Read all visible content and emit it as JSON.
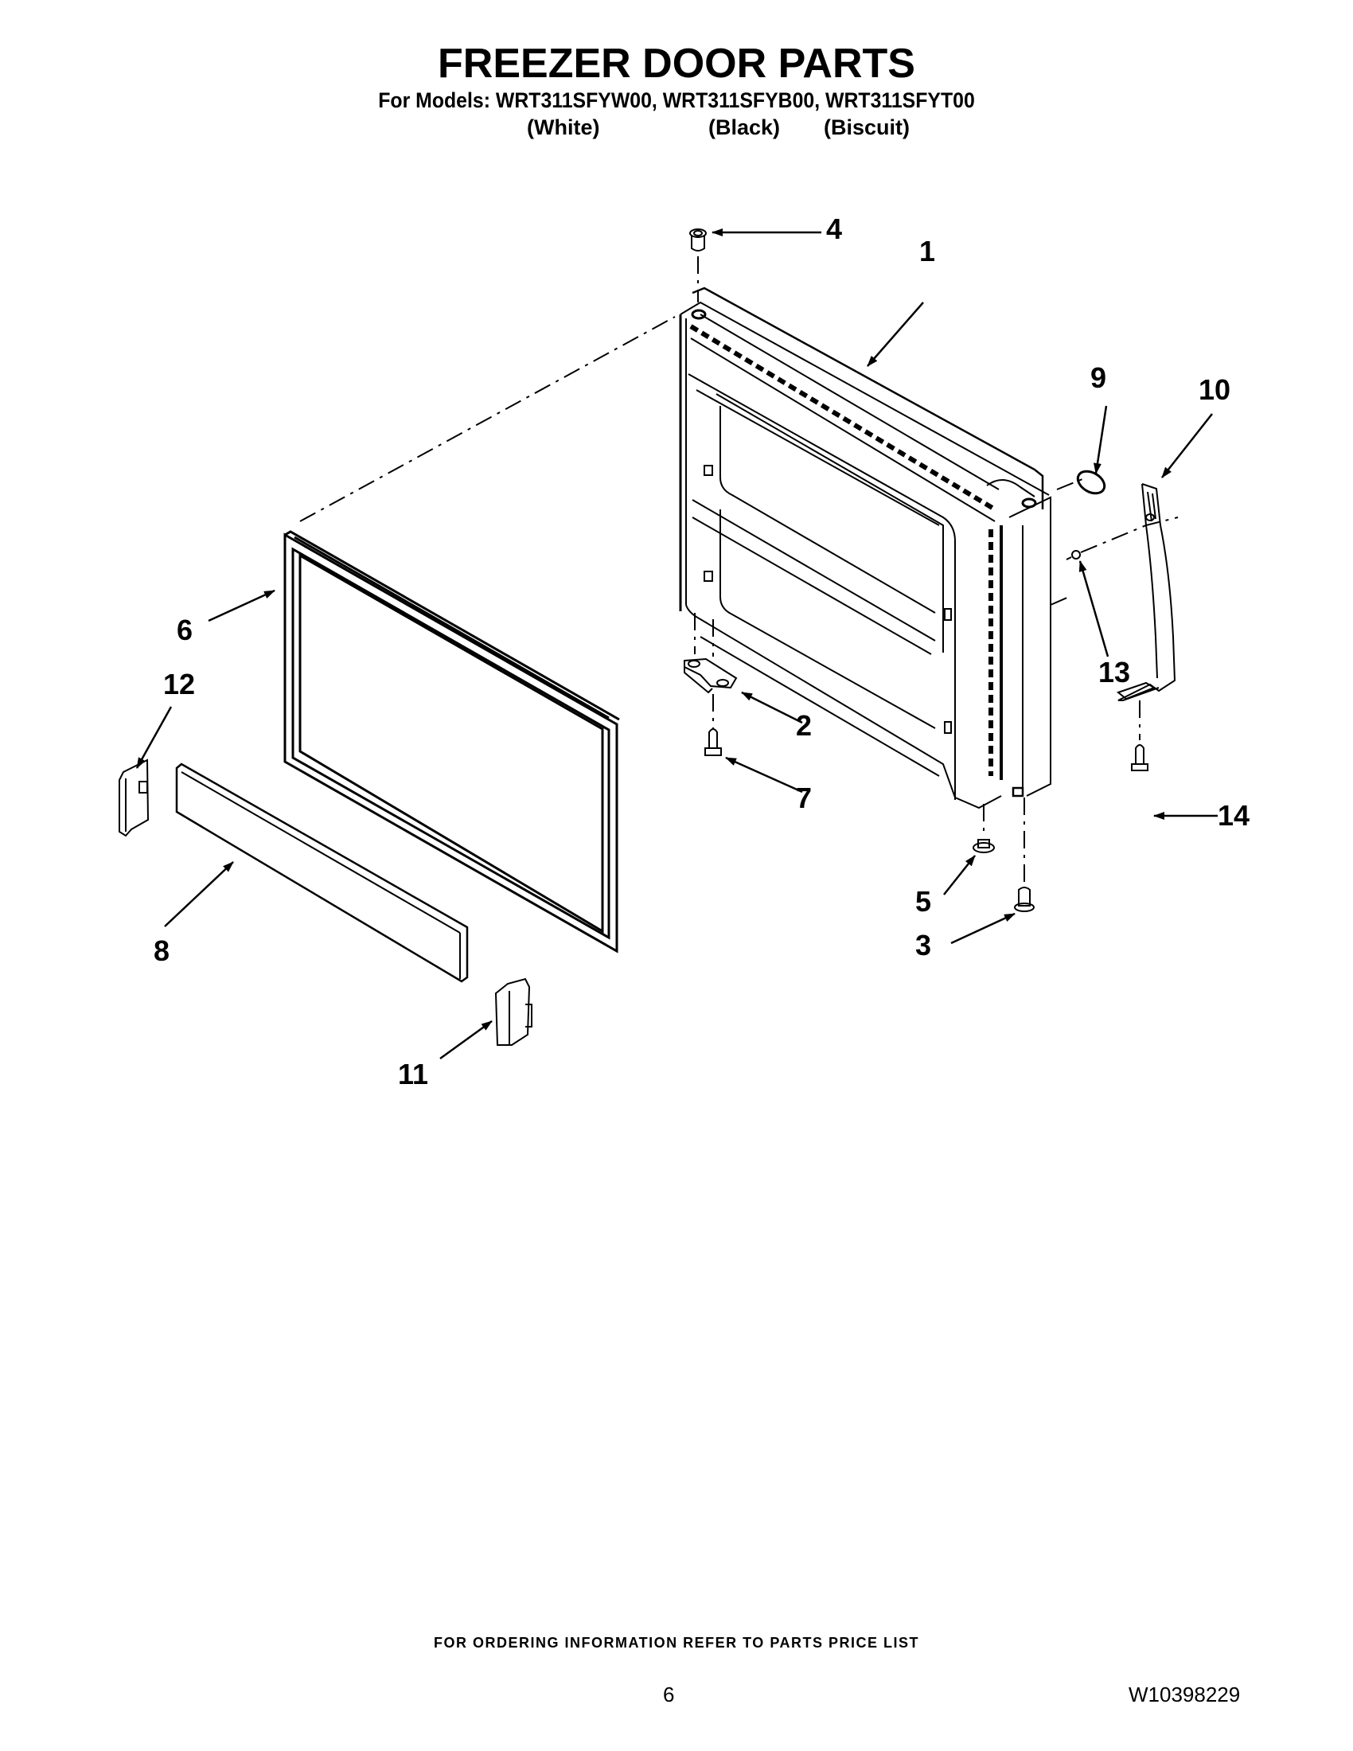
{
  "header": {
    "title": "FREEZER DOOR PARTS",
    "models_line": "For Models: WRT311SFYW00, WRT311SFYB00, WRT311SFYT00",
    "colors": [
      "(White)",
      "(Black)",
      "(Biscuit)"
    ]
  },
  "callouts": [
    {
      "number": "1",
      "part": "freezer-door"
    },
    {
      "number": "2",
      "part": "hinge-bracket"
    },
    {
      "number": "3",
      "part": "hinge-bushing"
    },
    {
      "number": "4",
      "part": "top-hinge-bushing"
    },
    {
      "number": "5",
      "part": "washer-nut"
    },
    {
      "number": "6",
      "part": "door-gasket"
    },
    {
      "number": "7",
      "part": "hinge-screw"
    },
    {
      "number": "8",
      "part": "door-trim"
    },
    {
      "number": "9",
      "part": "o-ring"
    },
    {
      "number": "10",
      "part": "door-handle"
    },
    {
      "number": "11",
      "part": "right-end-cap"
    },
    {
      "number": "12",
      "part": "left-end-cap"
    },
    {
      "number": "13",
      "part": "handle-stud"
    },
    {
      "number": "14",
      "part": "handle-screw"
    }
  ],
  "footer": {
    "ordering_note": "FOR ORDERING INFORMATION REFER TO PARTS PRICE LIST",
    "page_number": "6",
    "document_number": "W10398229"
  }
}
